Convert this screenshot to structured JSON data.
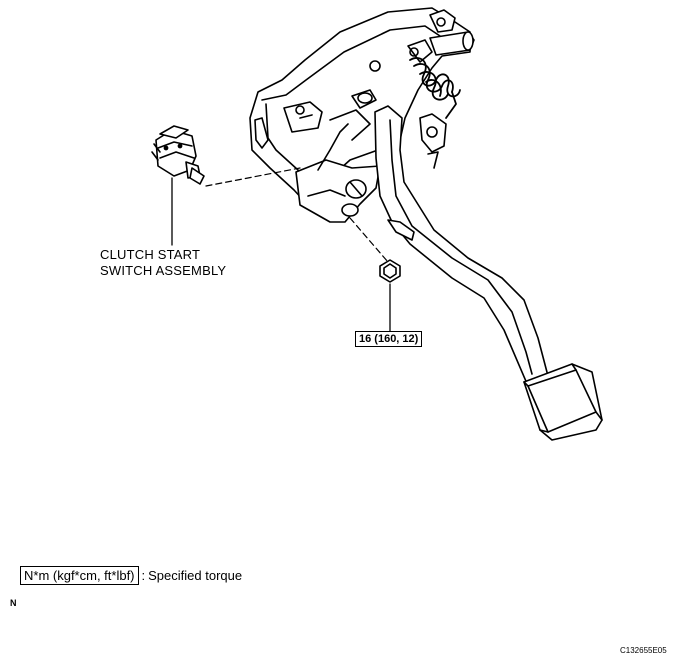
{
  "labels": {
    "switch": [
      "CLUTCH START",
      "SWITCH ASSEMBLY"
    ],
    "torque": "16 (160, 12)"
  },
  "legend": {
    "unit": "N*m (kgf*cm, ft*lbf)",
    "separator": ":",
    "text": "Specified torque"
  },
  "corner_letter": "N",
  "figure_code": "C132655E05",
  "colors": {
    "ink": "#000000",
    "paper": "#ffffff"
  }
}
